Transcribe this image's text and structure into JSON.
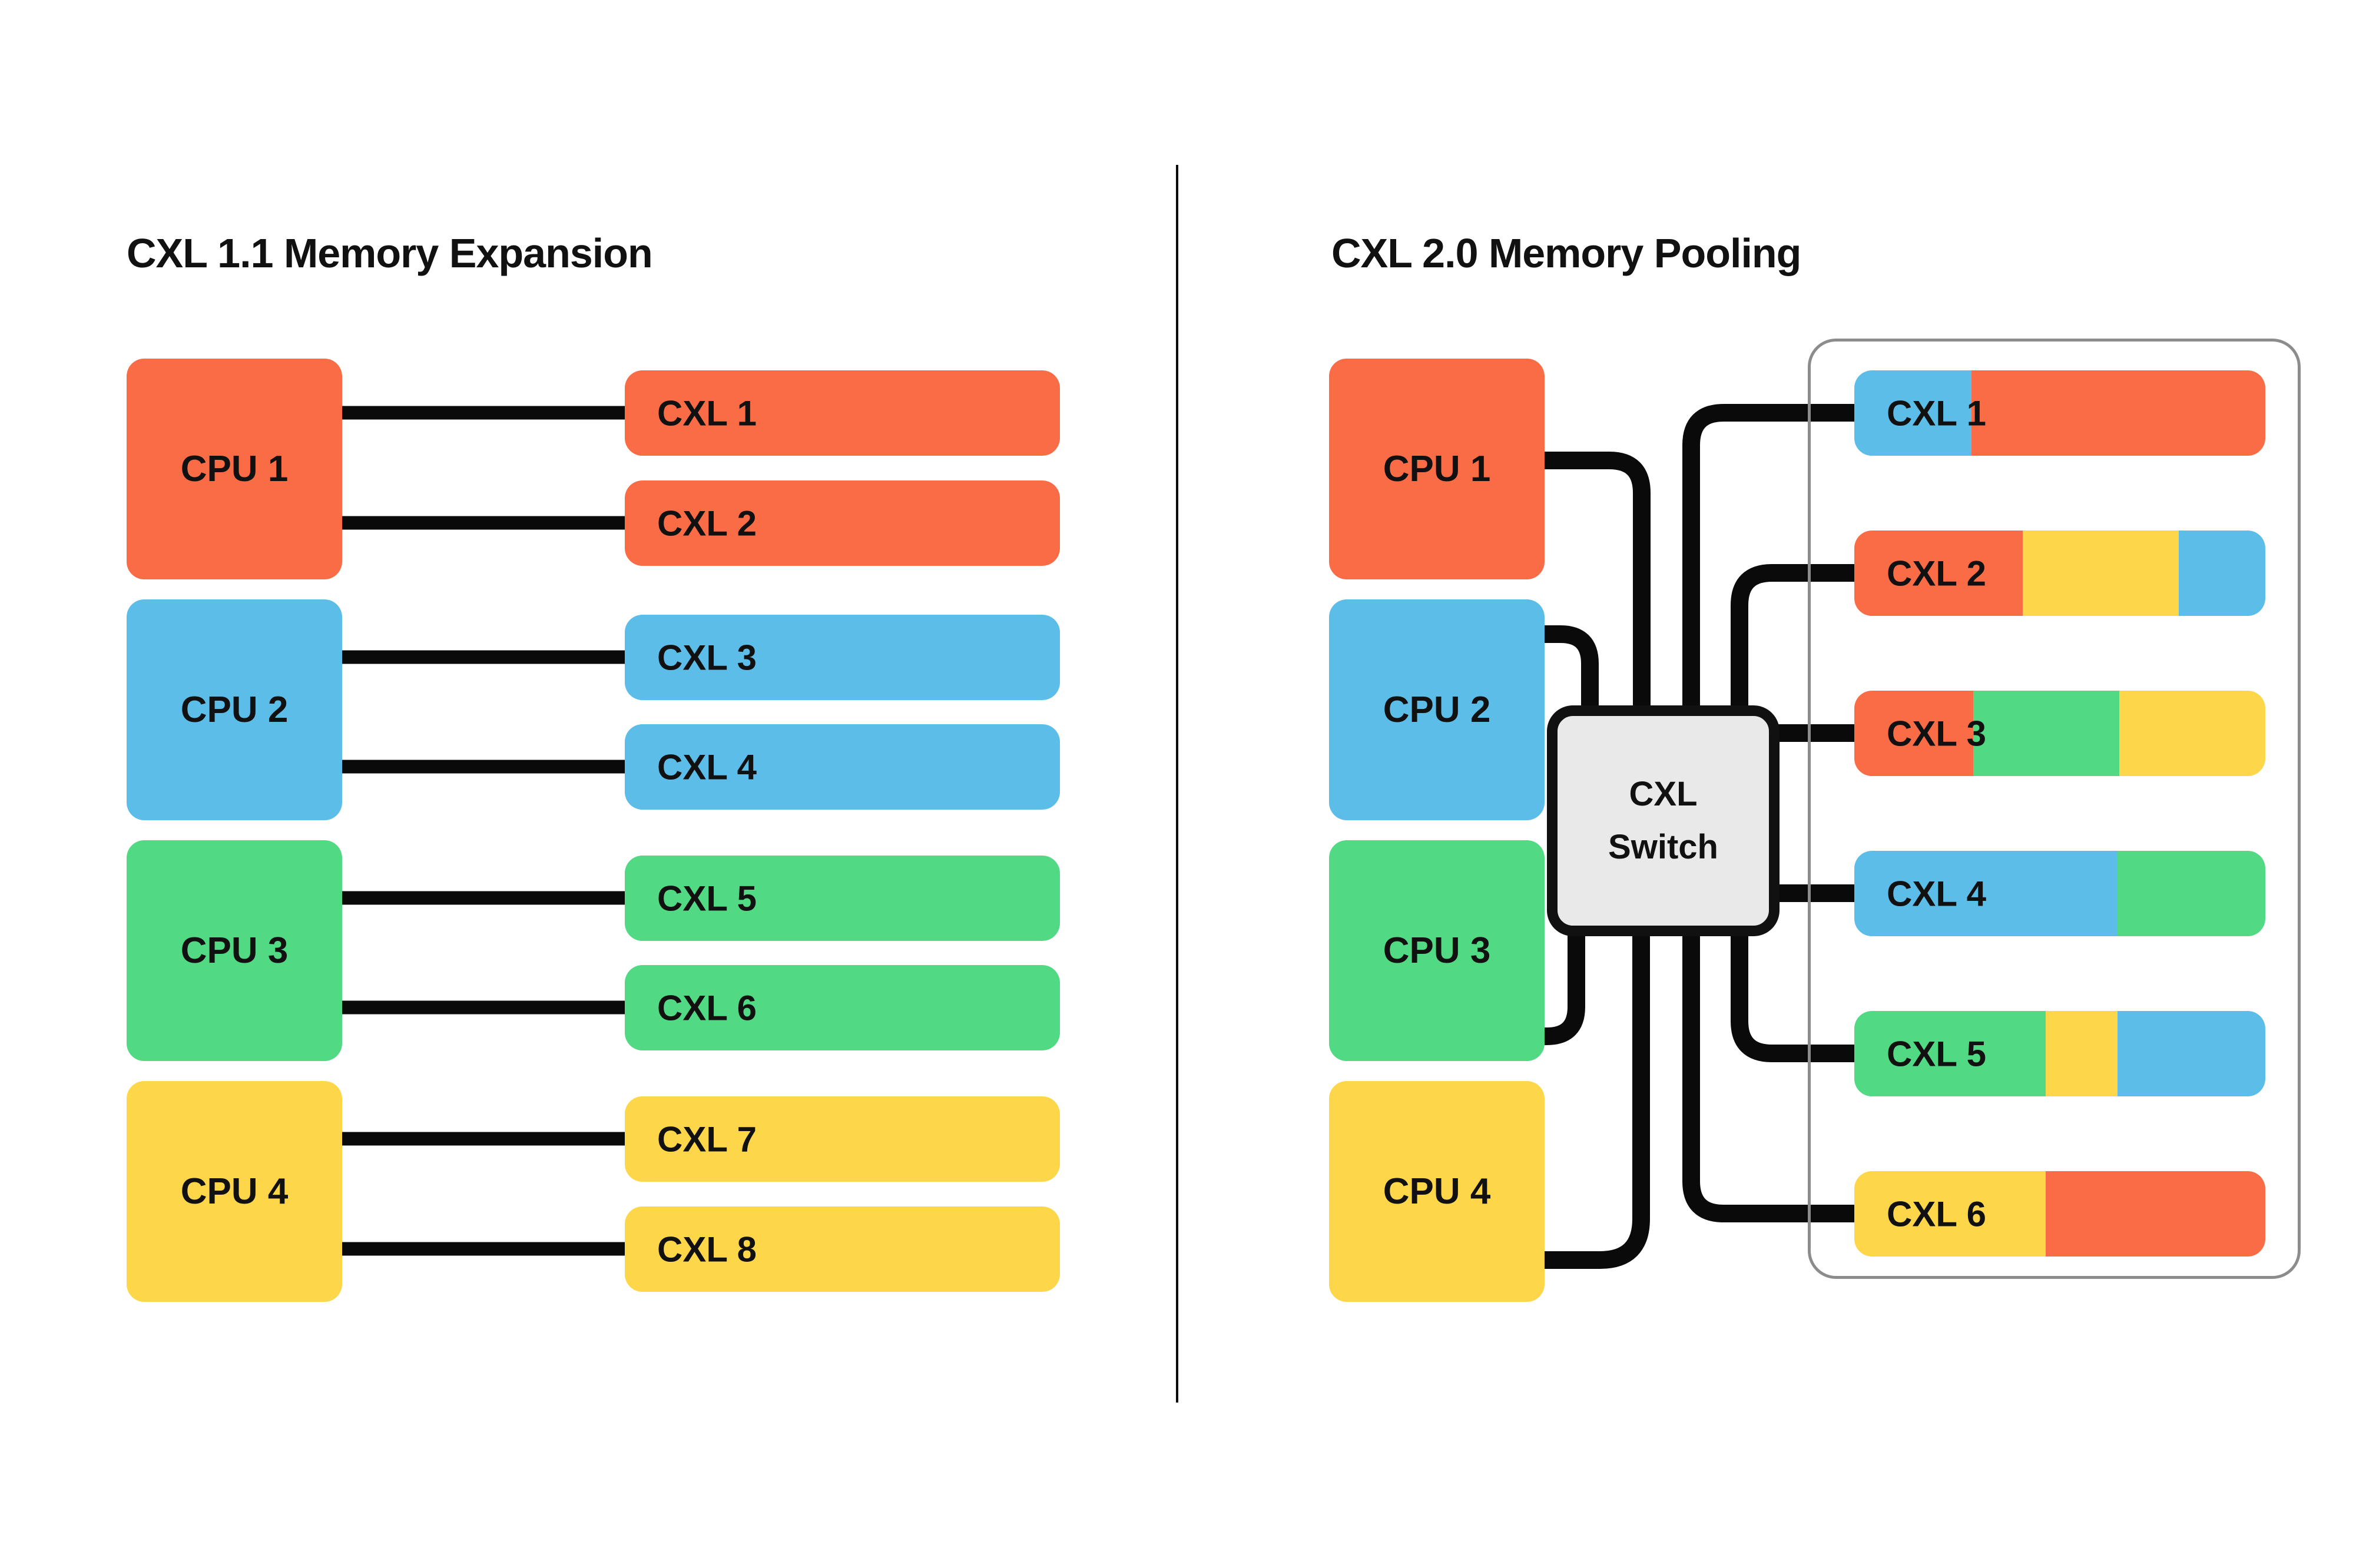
{
  "colors": {
    "orange": "#FA6C45",
    "blue": "#5CBDE9",
    "green": "#51D984",
    "yellow": "#FDD64A",
    "switch_fill": "#E9E9E9",
    "switch_border": "#111111",
    "pool_border": "#8C8C8C",
    "wire": "#0A0A0A",
    "text": "#111111",
    "background": "#FFFFFF"
  },
  "left": {
    "title": "CXL 1.1 Memory Expansion",
    "cpus": [
      {
        "label": "CPU 1",
        "color": "orange"
      },
      {
        "label": "CPU 2",
        "color": "blue"
      },
      {
        "label": "CPU 3",
        "color": "green"
      },
      {
        "label": "CPU 4",
        "color": "yellow"
      }
    ],
    "devices": [
      {
        "label": "CXL 1",
        "color": "orange"
      },
      {
        "label": "CXL 2",
        "color": "orange"
      },
      {
        "label": "CXL 3",
        "color": "blue"
      },
      {
        "label": "CXL 4",
        "color": "blue"
      },
      {
        "label": "CXL 5",
        "color": "green"
      },
      {
        "label": "CXL 6",
        "color": "green"
      },
      {
        "label": "CXL 7",
        "color": "yellow"
      },
      {
        "label": "CXL 8",
        "color": "yellow"
      }
    ],
    "connections": [
      {
        "from": "CPU 1",
        "to": "CXL 1"
      },
      {
        "from": "CPU 1",
        "to": "CXL 2"
      },
      {
        "from": "CPU 2",
        "to": "CXL 3"
      },
      {
        "from": "CPU 2",
        "to": "CXL 4"
      },
      {
        "from": "CPU 3",
        "to": "CXL 5"
      },
      {
        "from": "CPU 3",
        "to": "CXL 6"
      },
      {
        "from": "CPU 4",
        "to": "CXL 7"
      },
      {
        "from": "CPU 4",
        "to": "CXL 8"
      }
    ]
  },
  "right": {
    "title": "CXL 2.0 Memory Pooling",
    "cpus": [
      {
        "label": "CPU 1",
        "color": "orange"
      },
      {
        "label": "CPU 2",
        "color": "blue"
      },
      {
        "label": "CPU 3",
        "color": "green"
      },
      {
        "label": "CPU 4",
        "color": "yellow"
      }
    ],
    "switch": {
      "line1": "CXL",
      "line2": "Switch"
    },
    "devices": [
      {
        "label": "CXL 1",
        "segments": [
          {
            "color": "blue",
            "frac": 0.285
          },
          {
            "color": "orange",
            "frac": 0.715
          }
        ]
      },
      {
        "label": "CXL 2",
        "segments": [
          {
            "color": "orange",
            "frac": 0.41
          },
          {
            "color": "yellow",
            "frac": 0.38
          },
          {
            "color": "blue",
            "frac": 0.21
          }
        ]
      },
      {
        "label": "CXL 3",
        "segments": [
          {
            "color": "orange",
            "frac": 0.29
          },
          {
            "color": "green",
            "frac": 0.355
          },
          {
            "color": "yellow",
            "frac": 0.355
          }
        ]
      },
      {
        "label": "CXL 4",
        "segments": [
          {
            "color": "blue",
            "frac": 0.64
          },
          {
            "color": "green",
            "frac": 0.36
          }
        ]
      },
      {
        "label": "CXL 5",
        "segments": [
          {
            "color": "green",
            "frac": 0.465
          },
          {
            "color": "yellow",
            "frac": 0.175
          },
          {
            "color": "blue",
            "frac": 0.36
          }
        ]
      },
      {
        "label": "CXL 6",
        "segments": [
          {
            "color": "yellow",
            "frac": 0.465
          },
          {
            "color": "orange",
            "frac": 0.535
          }
        ]
      }
    ],
    "connections": [
      {
        "from": "CPU 1",
        "to": "CXL Switch"
      },
      {
        "from": "CPU 2",
        "to": "CXL Switch"
      },
      {
        "from": "CPU 3",
        "to": "CXL Switch"
      },
      {
        "from": "CPU 4",
        "to": "CXL Switch"
      },
      {
        "from": "CXL Switch",
        "to": "CXL 1"
      },
      {
        "from": "CXL Switch",
        "to": "CXL 2"
      },
      {
        "from": "CXL Switch",
        "to": "CXL 3"
      },
      {
        "from": "CXL Switch",
        "to": "CXL 4"
      },
      {
        "from": "CXL Switch",
        "to": "CXL 5"
      },
      {
        "from": "CXL Switch",
        "to": "CXL 6"
      }
    ]
  }
}
